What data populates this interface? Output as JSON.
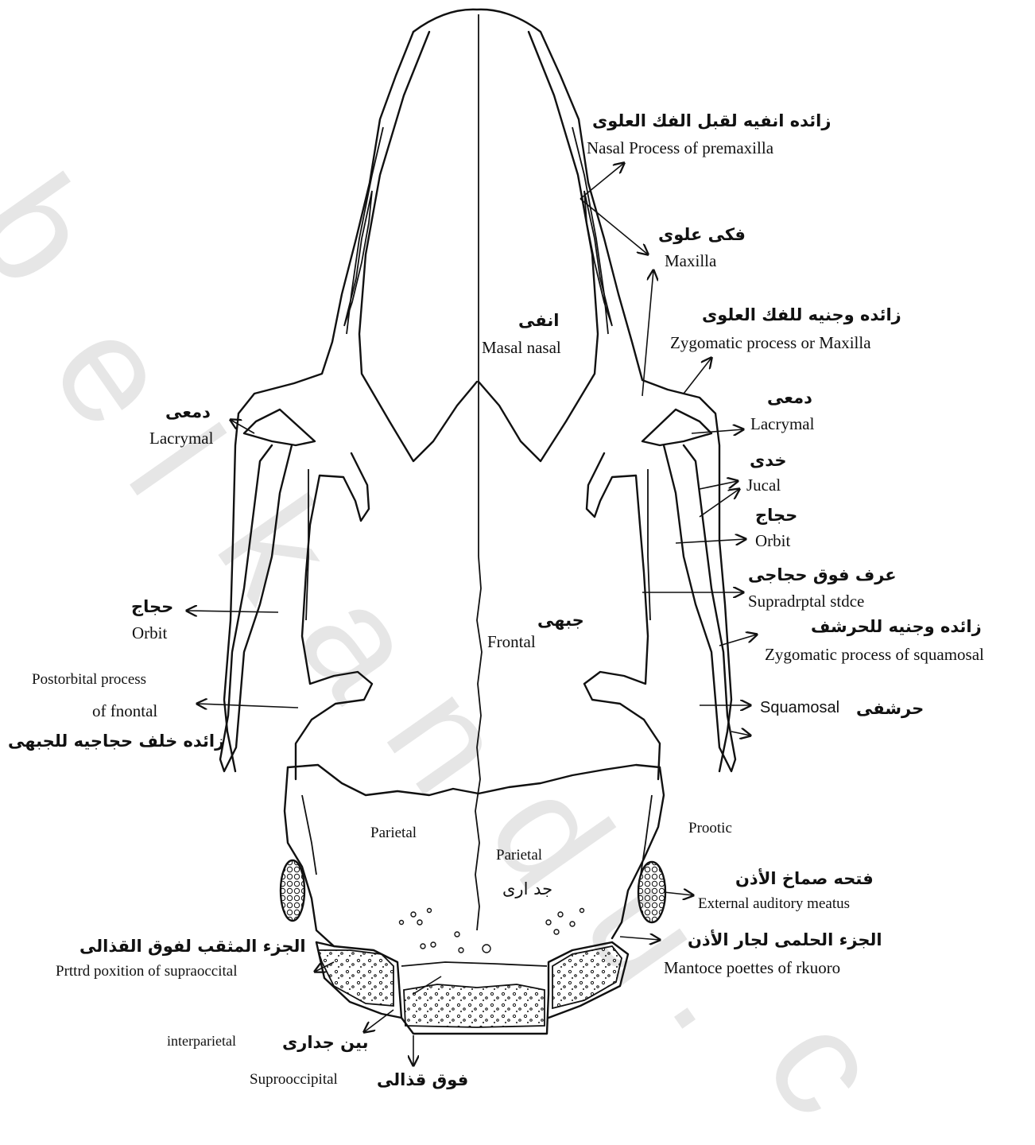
{
  "watermark": [
    "b",
    "e",
    "l",
    "k",
    "a",
    "n",
    "d",
    "u",
    ".",
    "c"
  ],
  "labels": {
    "nasal_process_ar": "زائده انفيه لقبل الفك العلوى",
    "nasal_process_en": "Nasal Process of premaxilla",
    "maxilla_ar": "فكى علوى",
    "maxilla_en": "Maxilla",
    "nasal_ar": "انفى",
    "nasal_en": "Masal nasal",
    "zygomatic_maxilla_ar": "زائده وجنيه للفك العلوى",
    "zygomatic_maxilla_en": "Zygomatic process or Maxilla",
    "lacrymal_left_ar": "دمعى",
    "lacrymal_left_en": "Lacrymal",
    "lacrymal_right_ar": "دمعى",
    "lacrymal_right_en": "Lacrymal",
    "jugal_ar": "خدى",
    "jugal_en": "Jucal",
    "orbit_right_ar": "حجاج",
    "orbit_right_en": "Orbit",
    "supraorbital_ar": "عرف فوق حجاجى",
    "supraorbital_en": "Supradrptal stdce",
    "orbit_left_ar": "حجاج",
    "orbit_left_en": "Orbit",
    "frontal_ar": "جبهى",
    "frontal_en": "Frontal",
    "zygomatic_squamosal_ar": "زائده وجنيه للحرشف",
    "zygomatic_squamosal_en": "Zygomatic process of squamosal",
    "postorbital_en_1": "Postorbital process",
    "postorbital_en_2": "of fnontal",
    "postorbital_ar": "زائده خلف حجاجيه للجبهى",
    "squamosal_en": "Squamosal",
    "squamosal_ar": "حرشفى",
    "parietal_left": "Parietal",
    "parietal_right": "Parietal",
    "parietal_ar": "جد ارى",
    "prootic": "Prootic",
    "ear_ar": "فتحه صماخ الأذن",
    "ear_en": "External auditory meatus",
    "perforated_ar": "الجزء المثقب لفوق القذالى",
    "perforated_en": "Prttrd poxition of supraoccital",
    "mastoid_ar": "الجزء الحلمى لجار الأذن",
    "mastoid_en": "Mantoce poettes of rkuoro",
    "interparietal_en": "interparietal",
    "interparietal_ar": "بين جدارى",
    "supraoccipital_en": "Suprooccipital",
    "supraoccipital_ar": "فوق قذالى"
  }
}
